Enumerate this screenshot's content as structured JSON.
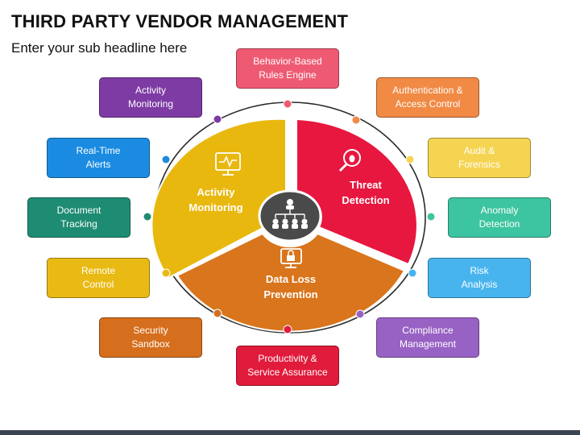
{
  "header": {
    "title": "THIRD PARTY VENDOR MANAGEMENT",
    "subtitle": "Enter your sub headline here"
  },
  "center": {
    "icon": "org-chart-icon",
    "segments": [
      {
        "label": "Activity\nMonitoring",
        "icon": "monitor-pulse-icon",
        "color": "#E9B80F"
      },
      {
        "label": "Threat\nDetection",
        "icon": "bug-magnifier-icon",
        "color": "#E8173F"
      },
      {
        "label": "Data Loss\nPrevention",
        "icon": "lock-screen-icon",
        "color": "#D9751C"
      }
    ]
  },
  "items": [
    {
      "label": "Behavior-Based\nRules Engine",
      "color": "#EF5A73"
    },
    {
      "label": "Authentication &\nAccess Control",
      "color": "#F08A45"
    },
    {
      "label": "Audit &\nForensics",
      "color": "#F5D451"
    },
    {
      "label": "Anomaly\nDetection",
      "color": "#3DC4A0"
    },
    {
      "label": "Risk\nAnalysis",
      "color": "#47B4EE"
    },
    {
      "label": "Compliance\nManagement",
      "color": "#9862C4"
    },
    {
      "label": "Productivity &\nService Assurance",
      "color": "#E11B3B"
    },
    {
      "label": "Security\nSandbox",
      "color": "#D56E1D"
    },
    {
      "label": "Remote\nControl",
      "color": "#E9BA14"
    },
    {
      "label": "Document\nTracking",
      "color": "#1E8C73"
    },
    {
      "label": "Real-Time\nAlerts",
      "color": "#1A8BE0"
    },
    {
      "label": "Activity\nMonitoring",
      "color": "#7D3BA3"
    }
  ]
}
